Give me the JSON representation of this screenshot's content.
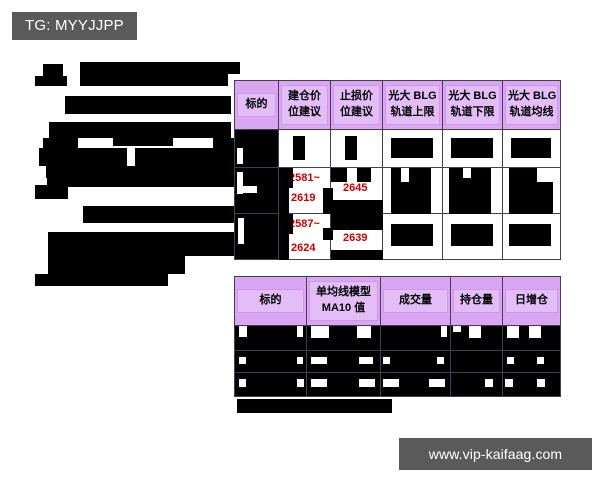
{
  "badge": {
    "label": "TG: MYYJJPP"
  },
  "watermark": {
    "label": "www.vip-kaifaag.com"
  },
  "tables": [
    {
      "name": "position-advice-table",
      "headers": [
        {
          "line1": "标的",
          "line2": ""
        },
        {
          "line1": "建仓价",
          "line2": "位建议"
        },
        {
          "line1": "止损价",
          "line2": "位建议"
        },
        {
          "line1": "光大 BLG",
          "line2": "轨道上限"
        },
        {
          "line1": "光大 BLG",
          "line2": "轨道下限"
        },
        {
          "line1": "光大 BLG",
          "line2": "轨道均线"
        }
      ],
      "rows": [
        {
          "cells": [
            "",
            "",
            "",
            "",
            "",
            ""
          ]
        },
        {
          "cells": [
            "",
            "2581~\n2619",
            "2645",
            "",
            "",
            ""
          ]
        },
        {
          "cells": [
            "",
            "2587~\n2624",
            "2639",
            "",
            "",
            ""
          ]
        }
      ]
    },
    {
      "name": "ma10-volume-table",
      "headers": [
        {
          "line1": "标的",
          "line2": ""
        },
        {
          "line1": "单均线模型",
          "line2": "MA10 值"
        },
        {
          "line1": "成交量",
          "line2": ""
        },
        {
          "line1": "持仓量",
          "line2": ""
        },
        {
          "line1": "日增仓",
          "line2": ""
        }
      ],
      "rows": [
        {
          "cells": [
            "",
            "",
            "",
            "",
            ""
          ]
        },
        {
          "cells": [
            "",
            "",
            "",
            "",
            ""
          ]
        },
        {
          "cells": [
            "",
            "",
            "",
            "",
            ""
          ]
        }
      ]
    }
  ],
  "redacted_values": {
    "t1_r2_c2": "2581~",
    "t1_r2_c2b": "2619",
    "t1_r2_c3": "2645",
    "t1_r3_c2": "2587~",
    "t1_r3_c2b": "2624",
    "t1_r3_c3": "2639"
  },
  "colors": {
    "header_purple": "#d9a6f2",
    "header_inner_purple": "#e2bdf7",
    "border_purple": "#4a3a55",
    "redaction_black": "#000000",
    "badge_gray": "#5a5a5a",
    "price_red": "#cc0000",
    "background": "#ffffff"
  }
}
